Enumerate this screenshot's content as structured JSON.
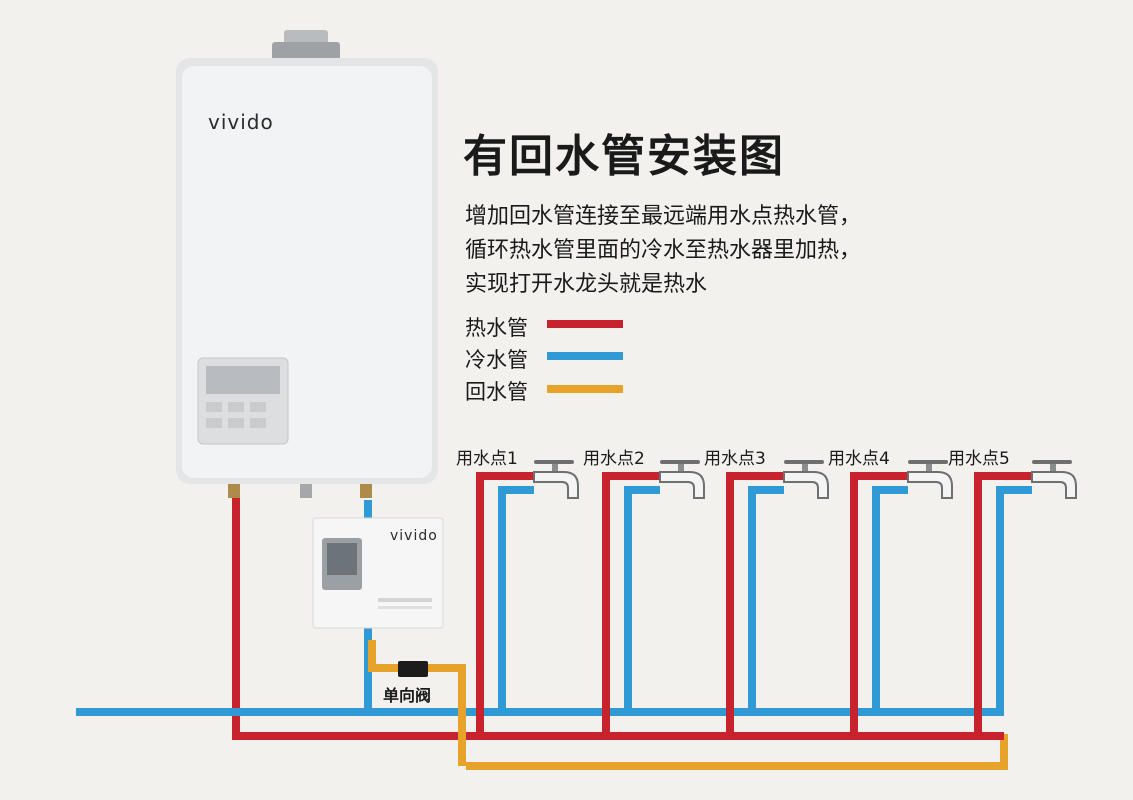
{
  "title": "有回水管安装图",
  "description": [
    "增加回水管连接至最远端用水点热水管，",
    "循环热水管里面的冷水至热水器里加热，",
    "实现打开水龙头就是热水"
  ],
  "legend": [
    {
      "label": "热水管",
      "color": "#c8232c"
    },
    {
      "label": "冷水管",
      "color": "#2f9ad6"
    },
    {
      "label": "回水管",
      "color": "#e7a22a"
    }
  ],
  "water_points": [
    "用水点1",
    "用水点2",
    "用水点3",
    "用水点4",
    "用水点5"
  ],
  "valve_label": "单向阀",
  "brand": {
    "heater": "vivido",
    "pump": "vivido"
  },
  "colors": {
    "hot": "#c8232c",
    "cold": "#2f9ad6",
    "return": "#e7a22a"
  },
  "icons": [
    "water-heater-icon",
    "circulation-pump-icon",
    "check-valve-icon",
    "faucet-icon"
  ]
}
